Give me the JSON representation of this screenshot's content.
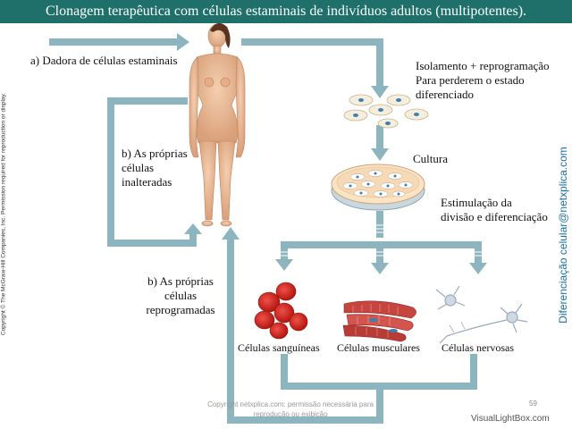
{
  "title": "Clonagem terapêutica com células estaminais de indivíduos adultos (multipotentes).",
  "labels": {
    "donor": "a) Dadora de células estaminais",
    "isolation": "Isolamento + reprogramação Para perderem o estado diferenciado",
    "culture": "Cultura",
    "stimulation": "Estimulação da divisão e diferenciação",
    "unaltered": "b) As próprias células inalteradas",
    "reprogrammed": "b) As próprias células reprogramadas",
    "blood": "Células sanguíneas",
    "muscle": "Células musculares",
    "nerve": "Células nervosas"
  },
  "copyright_vertical": "Copyright © The McGraw-Hill Companies, Inc. Permission required for reproduction or display.",
  "side_credit": "Diferenciação celular@netxplica.com",
  "footer_text": "Copyright netxplica.com: permissão necessária para reprodução ou exibição",
  "page_number": "59",
  "watermark": "VisualLightBox.com",
  "colors": {
    "header_bg": "#1f6f6a",
    "arrow": "#8db5bf",
    "skin": "#e9b893",
    "blood_cell": "#d42a22",
    "muscle": "#c6453f",
    "neuron": "#cfd9e2"
  }
}
